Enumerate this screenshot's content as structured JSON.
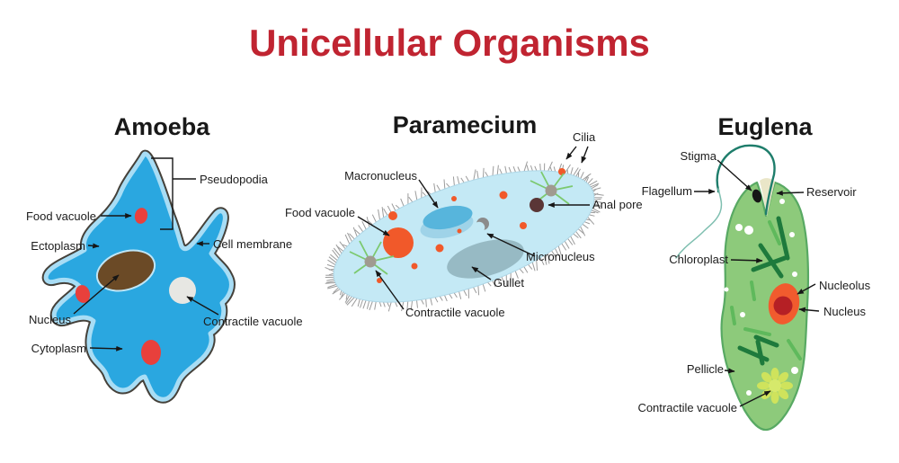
{
  "title": "Unicellular Organisms",
  "colors": {
    "title_red": "#c02431",
    "amoeba_body": "#2aa7e0",
    "amoeba_rim": "#a8ddf5",
    "amoeba_outline": "#45413a",
    "amoeba_nucleus": "#6b4a26",
    "vacuole_red": "#e8403c",
    "contractile_gray": "#e7e7e3",
    "paramecium_body": "#c4e9f5",
    "macronucleus_blue": "#57b5dc",
    "gullet_gray": "#92b5bf",
    "food_vacuole_orange": "#f1592a",
    "anal_pore_maroon": "#5a3636",
    "star_green": "#7cc96f",
    "euglena_body": "#8dca7b",
    "euglena_outline": "#58a963",
    "chloroplast_dark": "#1e7a3c",
    "chloroplast_light": "#5fb95c",
    "nucleus_orange": "#f15b2e",
    "nucleolus_red": "#b52025",
    "reservoir_beige": "#eae6c8",
    "flagellum_teal": "#1e7d6b"
  },
  "sections": [
    {
      "name": "amoeba",
      "heading": "Amoeba",
      "labels": {
        "pseudopodia": "Pseudopodia",
        "food_vacuole": "Food vacuole",
        "ectoplasm": "Ectoplasm",
        "cell_membrane": "Cell membrane",
        "nucleus": "Nucleus",
        "contractile_vacuole": "Contractile vacuole",
        "cytoplasm": "Cytoplasm"
      }
    },
    {
      "name": "paramecium",
      "heading": "Paramecium",
      "labels": {
        "cilia": "Cilia",
        "macronucleus": "Macronucleus",
        "food_vacuole": "Food vacuole",
        "anal_pore": "Anal pore",
        "micronucleus": "Micronucleus",
        "gullet": "Gullet",
        "contractile_vacuole": "Contractile vacuole"
      }
    },
    {
      "name": "euglena",
      "heading": "Euglena",
      "labels": {
        "stigma": "Stigma",
        "flagellum": "Flagellum",
        "reservoir": "Reservoir",
        "chloroplast": "Chloroplast",
        "nucleolus": "Nucleolus",
        "nucleus": "Nucleus",
        "pellicle": "Pellicle",
        "contractile_vacuole": "Contractile vacuole"
      }
    }
  ]
}
